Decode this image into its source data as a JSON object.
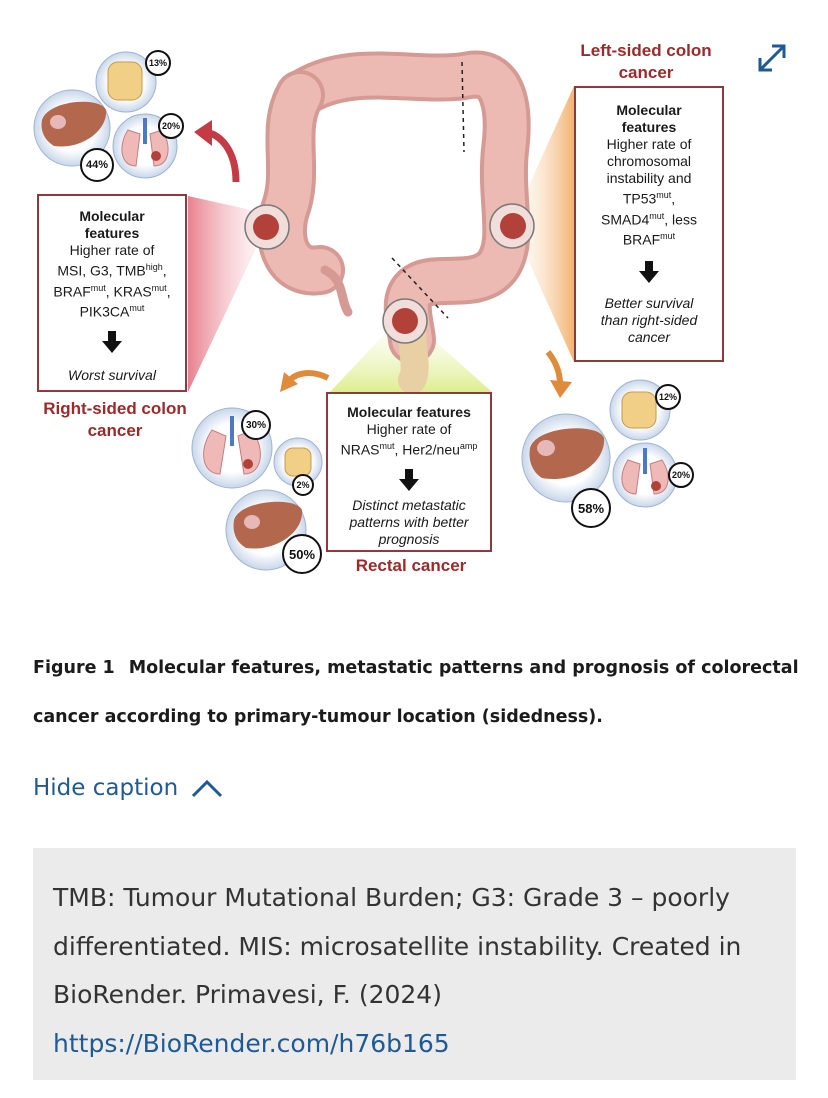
{
  "figure": {
    "expand_icon": "expand-arrows-icon",
    "right": {
      "title_line1": "Right-sided colon",
      "title_line2": "cancer",
      "mf_line1": "Molecular",
      "mf_line2": "features",
      "text_line1": "Higher rate of",
      "text_line2_a": "MSI, G3, TMB",
      "text_line2_sup": "high",
      "text_line2_b": ",",
      "text_line3_a": "BRAF",
      "text_line3_sup1": "mut",
      "text_line3_b": ", KRAS",
      "text_line3_sup2": "mut",
      "text_line3_c": ",",
      "text_line4_a": "PIK3CA",
      "text_line4_sup": "mut",
      "result": "Worst survival",
      "pct_pancreas": "13%",
      "pct_lung": "20%",
      "pct_liver": "44%"
    },
    "left": {
      "title_line1": "Left-sided colon",
      "title_line2": "cancer",
      "mf_line1": "Molecular",
      "mf_line2": "features",
      "text_line1": "Higher rate of",
      "text_line2": "chromosomal",
      "text_line3": "instability and",
      "text_line4_a": "TP53",
      "text_line4_sup": "mut",
      "text_line4_b": ",",
      "text_line5_a": "SMAD4",
      "text_line5_sup": "mut",
      "text_line5_b": ", less",
      "text_line6_a": "BRAF",
      "text_line6_sup": "mut",
      "result_line1": "Better survival",
      "result_line2": "than right-sided",
      "result_line3": "cancer",
      "pct_pancreas": "12%",
      "pct_lung": "20%",
      "pct_liver": "58%"
    },
    "rectal": {
      "title": "Rectal cancer",
      "mf": "Molecular features",
      "text_line1": "Higher rate of",
      "text_line2_a": "NRAS",
      "text_line2_sup1": "mut",
      "text_line2_b": ", Her2/neu",
      "text_line2_sup2": "amp",
      "result_line1": "Distinct metastatic",
      "result_line2": "patterns with better",
      "result_line3": "prognosis",
      "pct_lung": "30%",
      "pct_pancreas": "2%",
      "pct_liver": "50%"
    }
  },
  "caption": {
    "label": "Figure 1",
    "text": "Molecular features, metastatic patterns and prognosis of colorectal cancer according to primary-tumour location (sidedness)."
  },
  "hide_caption": {
    "label": "Hide caption",
    "icon": "chevron-up-icon"
  },
  "notes": {
    "text": "TMB: Tumour Mutational Burden; G3: Grade 3 – poorly differentiated. MIS: microsatellite instability. Created in BioRender. Primavesi, F. (2024)",
    "link": "https://BioRender.com/h76b165"
  },
  "colors": {
    "accent_red": "#9b2b2b",
    "link_blue": "#1f5a96",
    "notes_bg": "#ebebeb"
  }
}
